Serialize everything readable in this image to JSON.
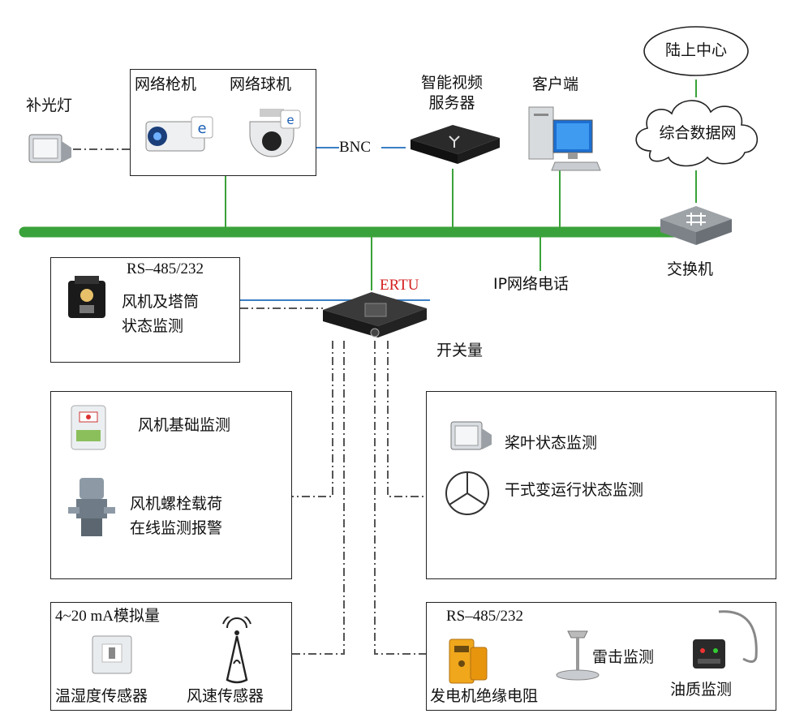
{
  "labels": {
    "fill_light": "补光灯",
    "gun_camera": "网络枪机",
    "dome_camera": "网络球机",
    "bnc": "BNC",
    "video_server": "智能视频\n服务器",
    "client": "客户端",
    "land_center": "陆上中心",
    "integrated_network": "综合数据网",
    "switch": "交换机",
    "ip_phone": "IP网络电话",
    "ertu": "ERTU",
    "rs485_top": "RS–485/232",
    "tower_monitor": "风机及塔筒\n状态监测",
    "switch_quantity": "开关量",
    "foundation_monitor": "风机基础监测",
    "bolt_monitor": "风机螺栓载荷\n在线监测报警",
    "blade_monitor": "桨叶状态监测",
    "transformer_monitor": "干式变运行状态监测",
    "analog": "4~20 mA模拟量",
    "temp_humidity": "温湿度传感器",
    "wind_speed": "风速传感器",
    "rs485_bottom": "RS–485/232",
    "lightning": "雷击监测",
    "insulation": "发电机绝缘电阻",
    "oil_quality": "油质监测"
  },
  "colors": {
    "bus": "#3aa23a",
    "link": "#3b7fc4",
    "ertu": "#d42020"
  }
}
